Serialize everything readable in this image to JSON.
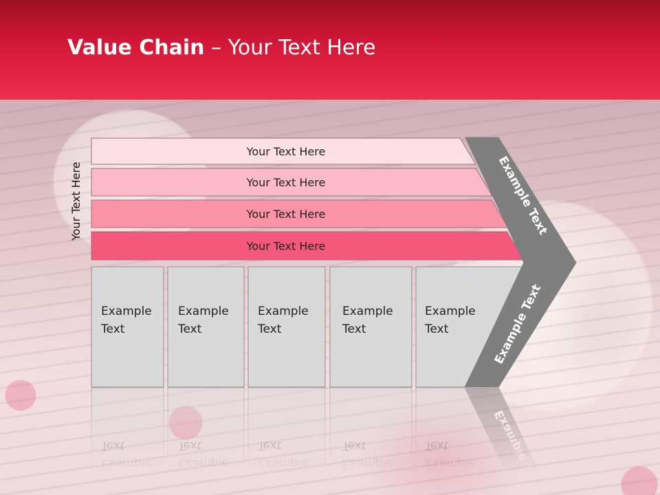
{
  "title": {
    "bold": "Value Chain",
    "rest": " – Your Text Here"
  },
  "side_label": "Your Text Here",
  "rows": [
    {
      "label": "Your Text Here",
      "fill": "#fde0e5"
    },
    {
      "label": "Your Text Here",
      "fill": "#fbbac7"
    },
    {
      "label": "Your Text Here",
      "fill": "#f993a5"
    },
    {
      "label": "Your Text Here",
      "fill": "#f4587a"
    }
  ],
  "columns": [
    {
      "line1": "Example",
      "line2": "Text"
    },
    {
      "line1": "Example",
      "line2": "Text"
    },
    {
      "line1": "Example",
      "line2": "Text"
    },
    {
      "line1": "Example",
      "line2": "Text"
    },
    {
      "line1": "Example",
      "line2": "Text"
    }
  ],
  "arrow": {
    "upper_text": "Example Text",
    "lower_text": "Example Text"
  },
  "colors": {
    "header": "#e2183a",
    "column_fill": "#d9d9d9",
    "arrow_fill": "#7f7f7f"
  }
}
